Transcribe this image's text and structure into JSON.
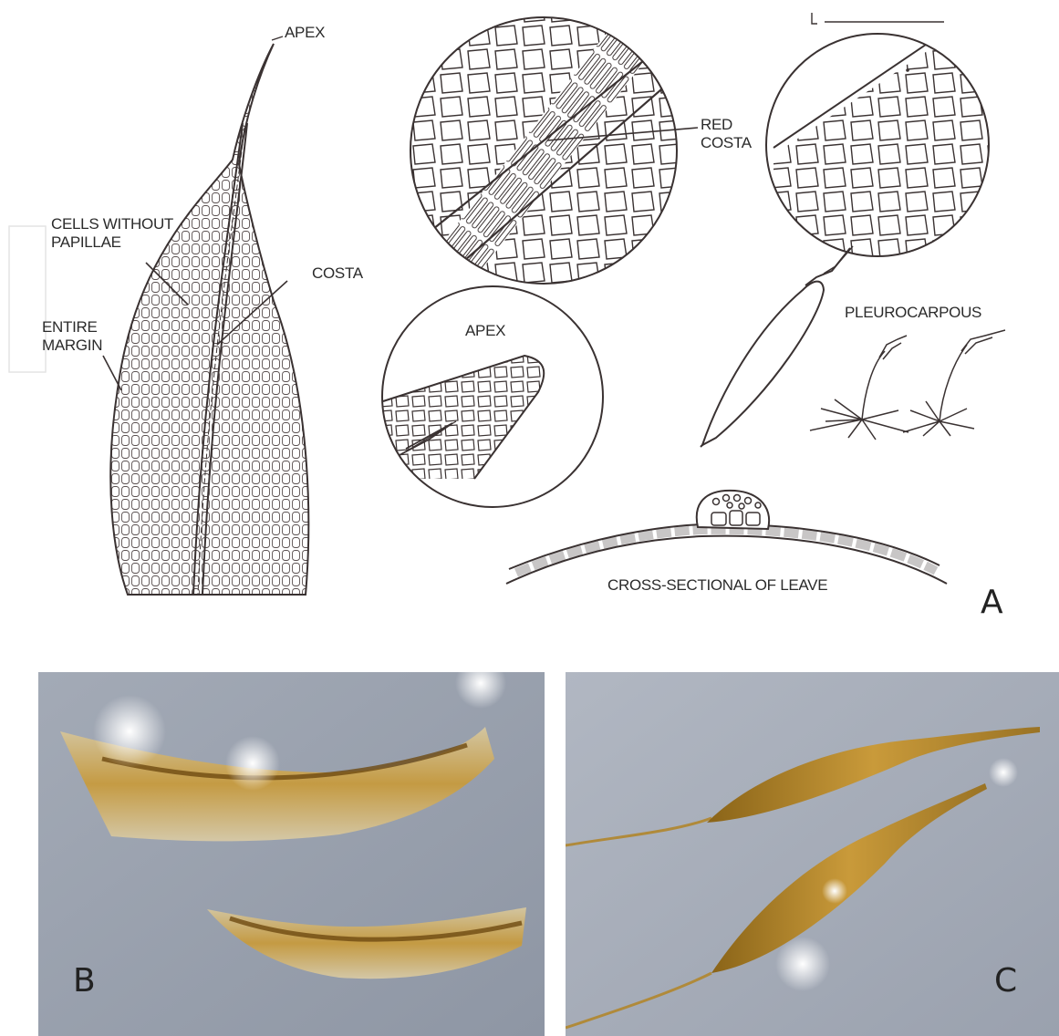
{
  "panel_a": {
    "letter": "A",
    "labels": {
      "apex_top": "APEX",
      "cells_without_papillae": "CELLS WITHOUT\nPAPILLAE",
      "costa": "COSTA",
      "entire_margin": "ENTIRE\nMARGIN",
      "red_costa": "RED\nCOSTA",
      "apex_circle": "APEX",
      "pleurocarpous": "PLEUROCARPOUS",
      "cross_section": "CROSS-SECTIONAL OF LEAVE"
    },
    "colors": {
      "line": "#3a3232",
      "cell": "#5a5050"
    }
  },
  "panel_b": {
    "letter": "B",
    "colors": {
      "background": "#9aa2b0",
      "leaf": "#c89a3a"
    }
  },
  "panel_c": {
    "letter": "C",
    "colors": {
      "background": "#a9b0bc",
      "capsule": "#b58a2e"
    }
  }
}
